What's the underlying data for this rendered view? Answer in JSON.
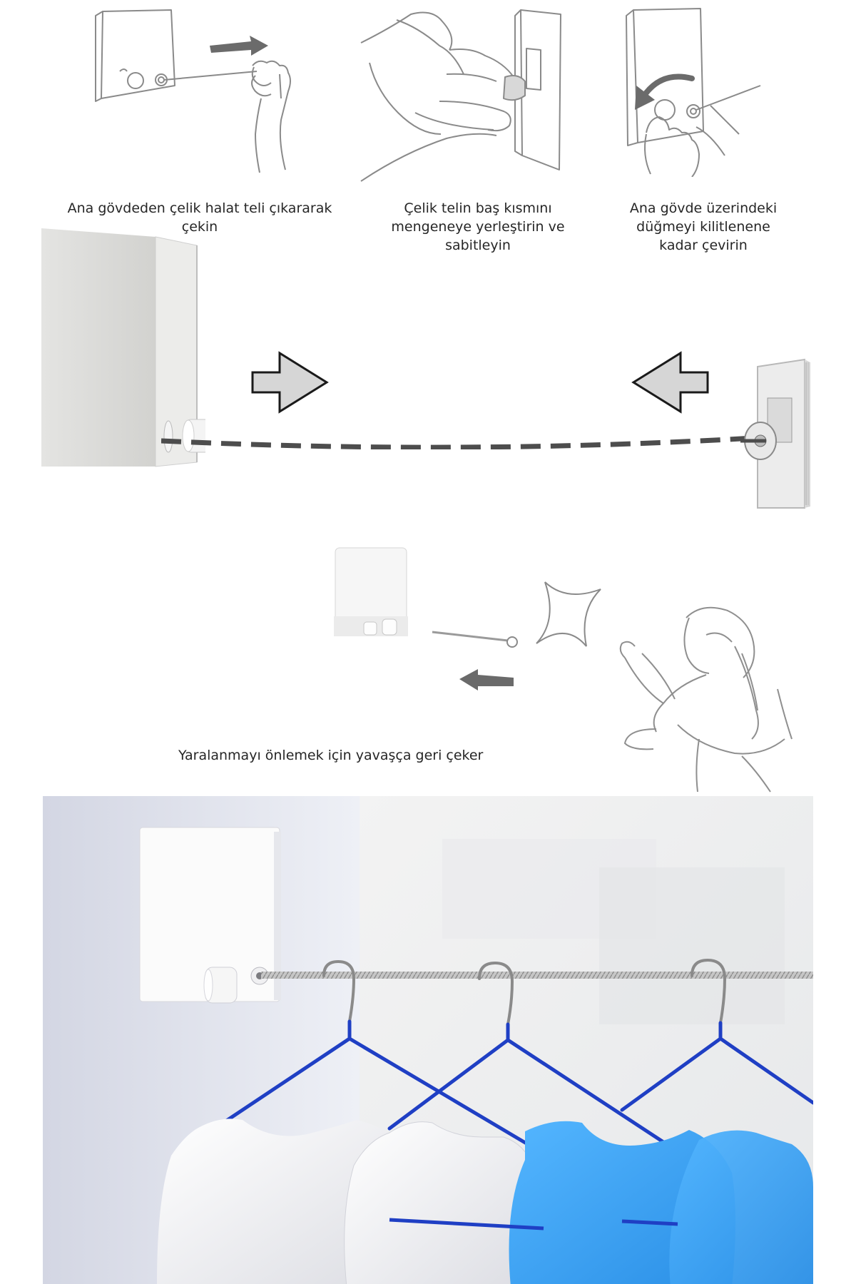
{
  "steps": [
    {
      "caption": "Ana gövdeden çelik halat teli çıkararak çekin"
    },
    {
      "caption": "Çelik telin baş kısmını mengeneye yerleştirin ve sabitleyin"
    },
    {
      "caption": "Ana gövde üzerindeki düğmeyi kilitlenene kadar çevirin"
    }
  ],
  "retract": {
    "caption": "Yaralanmayı önlemek için yavaşça geri çeker"
  },
  "colors": {
    "sketch_line": "#8a8a8a",
    "arrow_dark": "#6b6b6b",
    "arrow_fill_light": "#d6d6d6",
    "hanger_blue": "#1f3fc4",
    "shirt_blue": "#3aa3f5",
    "wall": "#e6e8f0"
  },
  "icons": [
    "hand-pull-icon",
    "hand-clamp-icon",
    "hand-turn-icon",
    "push-arrow-right-icon",
    "push-arrow-left-icon",
    "sparkle-icon",
    "left-arrow-icon"
  ]
}
